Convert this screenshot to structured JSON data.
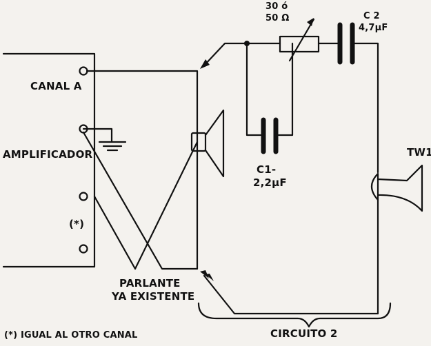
{
  "labels": {
    "canal_a": "CANAL A",
    "amplificador": "AMPLIFICADOR",
    "note_marker": "(*)",
    "parlante_line1": "PARLANTE",
    "parlante_line2": "YA EXISTENTE",
    "footnote": "(*) IGUAL AL OTRO CANAL",
    "circuito": "CIRCUITO 2",
    "resistor_value_line1": "30 ó",
    "resistor_value_line2": "50 Ω",
    "c2_name": "C 2",
    "c2_value": "4,7μF",
    "c1_name": "C1-",
    "c1_value": "2,2μF",
    "tweeter": "TW1"
  },
  "colors": {
    "ink": "#111111",
    "paper": "#f4f2ee"
  }
}
